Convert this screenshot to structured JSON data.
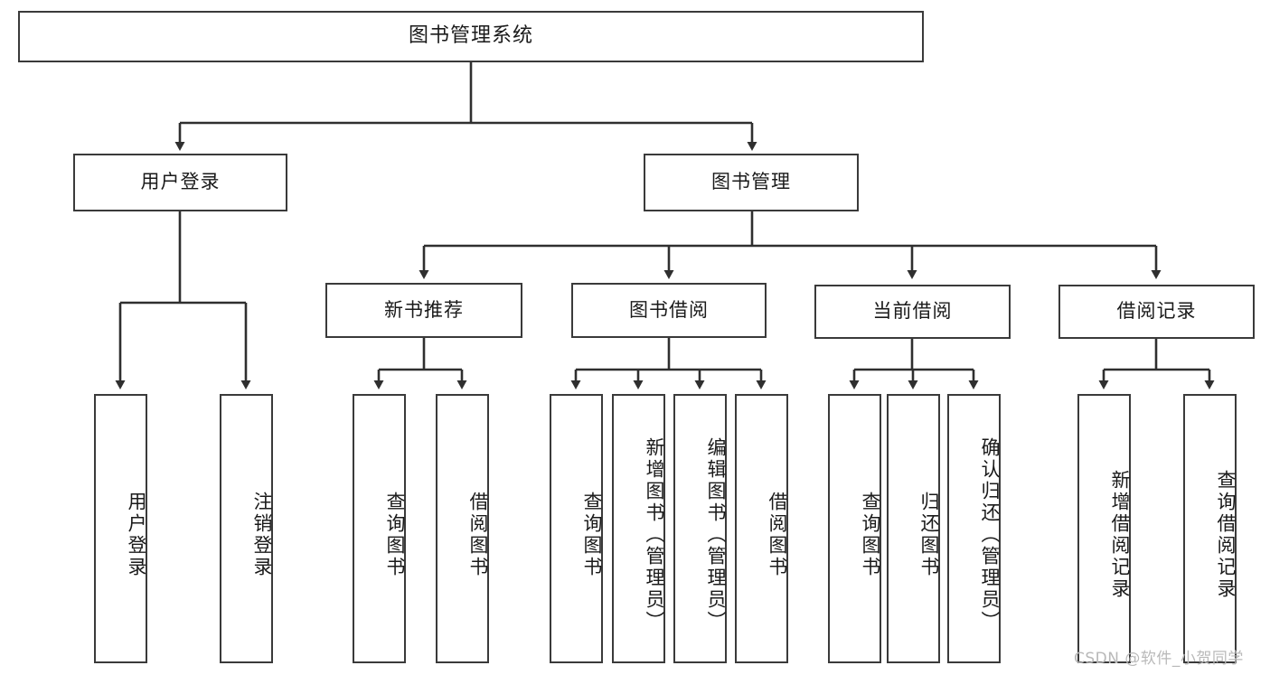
{
  "diagram": {
    "type": "tree",
    "title": "图书管理系统",
    "root": {
      "id": "root",
      "label": "图书管理系统"
    },
    "level2": [
      {
        "id": "user-login",
        "label": "用户登录"
      },
      {
        "id": "book-manage",
        "label": "图书管理"
      }
    ],
    "level3": [
      {
        "id": "new-book-recommend",
        "label": "新书推荐",
        "parent": "book-manage"
      },
      {
        "id": "book-borrow",
        "label": "图书借阅",
        "parent": "book-manage"
      },
      {
        "id": "current-borrow",
        "label": "当前借阅",
        "parent": "book-manage"
      },
      {
        "id": "borrow-record",
        "label": "借阅记录",
        "parent": "book-manage"
      }
    ],
    "leaves": {
      "user_login": [
        {
          "id": "leaf-user-login",
          "label": "用户登录"
        },
        {
          "id": "leaf-user-logout",
          "label": "注销登录"
        }
      ],
      "new_book_recommend": [
        {
          "id": "leaf-query-book-1",
          "label": "查询图书"
        },
        {
          "id": "leaf-borrow-book-1",
          "label": "借阅图书"
        }
      ],
      "book_borrow": [
        {
          "id": "leaf-query-book-2",
          "label": "查询图书"
        },
        {
          "id": "leaf-add-book",
          "label": "新增图书（管理员）"
        },
        {
          "id": "leaf-edit-book",
          "label": "编辑图书（管理员）"
        },
        {
          "id": "leaf-borrow-book-2",
          "label": "借阅图书"
        }
      ],
      "current_borrow": [
        {
          "id": "leaf-query-book-3",
          "label": "查询图书"
        },
        {
          "id": "leaf-return-book",
          "label": "归还图书"
        },
        {
          "id": "leaf-confirm-return",
          "label": "确认归还（管理员）"
        }
      ],
      "borrow_record": [
        {
          "id": "leaf-add-record",
          "label": "新增借阅记录"
        },
        {
          "id": "leaf-query-record",
          "label": "查询借阅记录"
        }
      ]
    },
    "colors": {
      "stroke": "#3a3a3a",
      "fill": "#ffffff",
      "text": "#1a1a1a",
      "watermark": "#b9b9b9"
    }
  },
  "watermark": {
    "text": "CSDN @软件_小贺同学"
  }
}
